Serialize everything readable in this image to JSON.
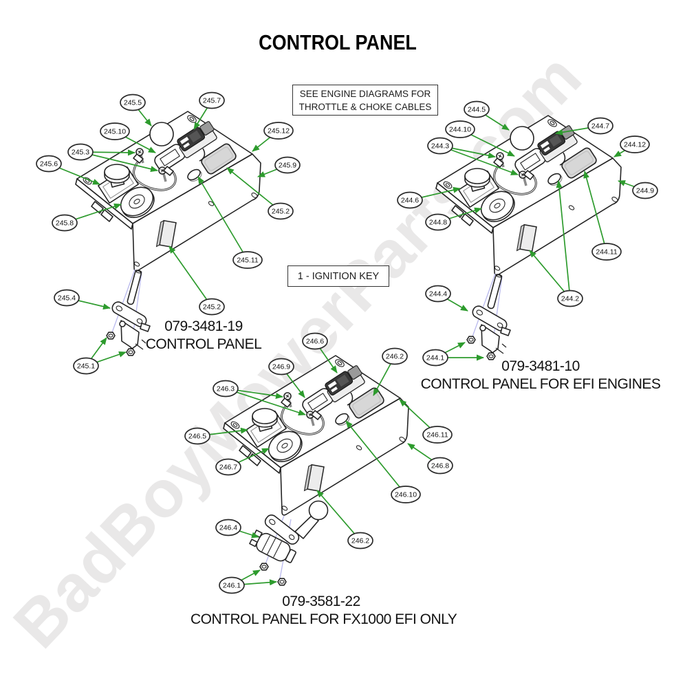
{
  "title": "CONTROL PANEL",
  "watermark": "BadBoyMowerParts.com",
  "annotations": {
    "engine_note": "SEE ENGINE DIAGRAMS FOR THROTTLE & CHOKE CABLES",
    "ignition_note": "1 - IGNITION KEY"
  },
  "diagrams": [
    {
      "part_number": "079-3481-19",
      "name": "CONTROL PANEL",
      "callouts": [
        "245.5",
        "245.7",
        "245.10",
        "245.3",
        "245.12",
        "245.6",
        "245.9",
        "245.8",
        "245.2",
        "245.11",
        "245.2",
        "245.4",
        "245.1"
      ]
    },
    {
      "part_number": "079-3481-10",
      "name": "CONTROL PANEL FOR EFI ENGINES",
      "callouts": [
        "244.5",
        "244.7",
        "244.10",
        "244.3",
        "244.12",
        "244.6",
        "244.9",
        "244.8",
        "244.11",
        "244.2",
        "244.4",
        "244.1"
      ]
    },
    {
      "part_number": "079-3581-22",
      "name": "CONTROL PANEL FOR FX1000 EFI ONLY",
      "callouts": [
        "246.6",
        "246.9",
        "246.2",
        "246.3",
        "246.5",
        "246.11",
        "246.7",
        "246.8",
        "246.10",
        "246.2",
        "246.4",
        "246.1"
      ]
    }
  ],
  "colors": {
    "leader_green": "#2d9b2d",
    "projection_blue": "#b9b9ee",
    "watermark_gray": "#e9e8e8",
    "line_black": "#242424"
  }
}
